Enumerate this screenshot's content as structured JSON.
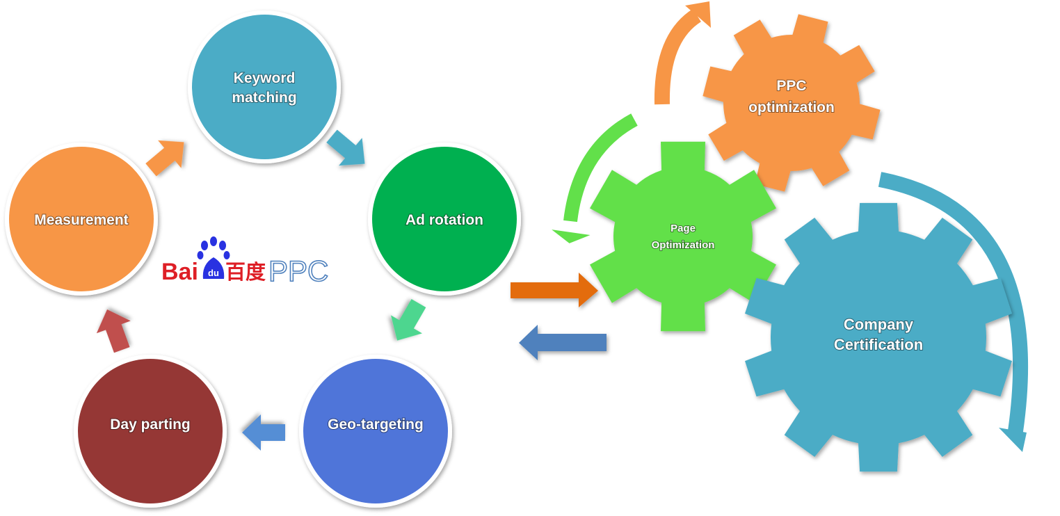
{
  "cycle": {
    "keyword_matching": {
      "line1": "Keyword",
      "line2": "matching",
      "color": "#4BACC6"
    },
    "ad_rotation": {
      "label": "Ad rotation",
      "color": "#00B050"
    },
    "geo_targeting": {
      "label": "Geo-targeting",
      "color": "#4F75D9"
    },
    "day_parting": {
      "label": "Day parting",
      "color": "#953735"
    },
    "measurement": {
      "label": "Measurement",
      "color": "#F79646"
    }
  },
  "logo": {
    "brand_latin_1": "Bai",
    "brand_paw": "du",
    "brand_chinese": "百度",
    "product": "PPC",
    "brand_color": "#DE1F26",
    "paw_color": "#2932E1",
    "product_color": "#4F81BD"
  },
  "gears": {
    "ppc_optimization": {
      "line1": "PPC",
      "line2": "optimization",
      "color": "#F79646"
    },
    "page_optimization": {
      "line1": "Page",
      "line2": "Optimization",
      "color": "#62E04A"
    },
    "company_certification": {
      "line1": "Company",
      "line2": "Certification",
      "color": "#4BACC6"
    }
  },
  "connector_arrows": {
    "forward_color": "#E36C0A",
    "back_color": "#4F81BD"
  }
}
